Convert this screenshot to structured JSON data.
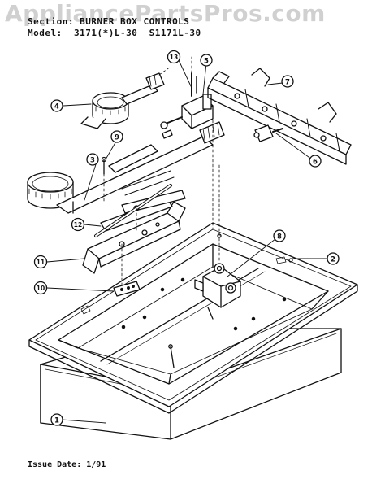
{
  "header": {
    "section_line": "Section: BURNER BOX CONTROLS",
    "model_line": "Model:  3171(*)L-30  S1171L-30"
  },
  "watermark": "AppliancePartsPros.com",
  "footer": {
    "issue_date": "Issue Date: 1/91"
  },
  "callouts": [
    {
      "id": "1",
      "label": "1"
    },
    {
      "id": "2",
      "label": "2"
    },
    {
      "id": "3",
      "label": "3"
    },
    {
      "id": "4",
      "label": "4"
    },
    {
      "id": "5",
      "label": "5"
    },
    {
      "id": "6",
      "label": "6"
    },
    {
      "id": "7",
      "label": "7"
    },
    {
      "id": "8",
      "label": "8"
    },
    {
      "id": "9",
      "label": "9"
    },
    {
      "id": "10",
      "label": "10"
    },
    {
      "id": "11",
      "label": "11"
    },
    {
      "id": "12",
      "label": "12"
    },
    {
      "id": "13",
      "label": "13"
    }
  ]
}
